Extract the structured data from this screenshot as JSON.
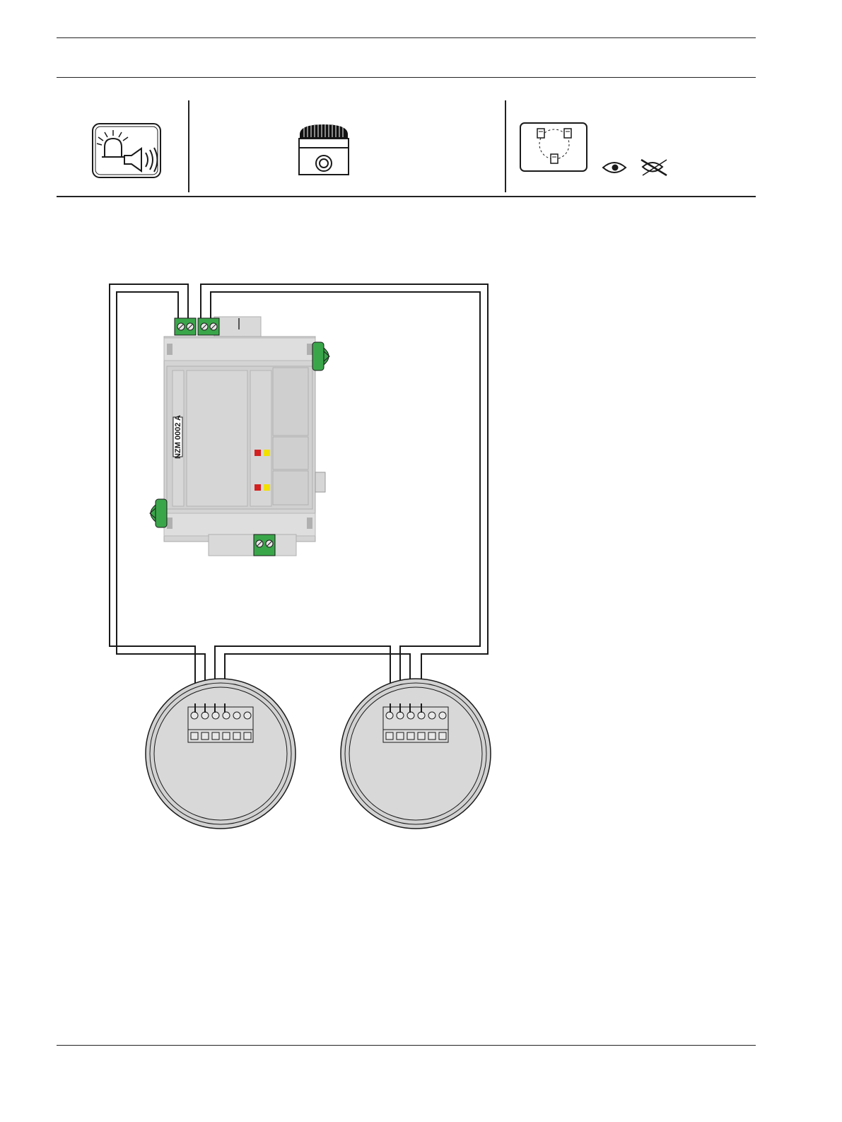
{
  "module": {
    "label": "NZM 0002 A"
  },
  "header_icons": [
    {
      "name": "flash-horn-icon"
    },
    {
      "name": "sounder-beacon-icon"
    },
    {
      "name": "loop-topology-icon"
    },
    {
      "name": "visible-eye-icon"
    },
    {
      "name": "no-power-crossed-icon"
    }
  ],
  "colors": {
    "terminal_green": "#3aa64a",
    "module_gray": "#d4d4d4",
    "led_red": "#d42020",
    "led_yellow": "#f2e000",
    "line": "#1a1a1a"
  },
  "devices": [
    {
      "name": "sounder-base-1",
      "terminal_count": 6
    },
    {
      "name": "sounder-base-2",
      "terminal_count": 6
    }
  ]
}
